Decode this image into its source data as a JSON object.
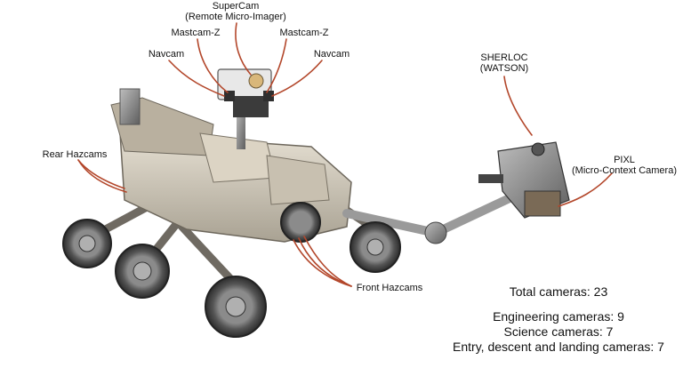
{
  "labels": {
    "supercam_line1": "SuperCam",
    "supercam_line2": "(Remote Micro-Imager)",
    "mastcam_left": "Mastcam-Z",
    "mastcam_right": "Mastcam-Z",
    "navcam_left": "Navcam",
    "navcam_right": "Navcam",
    "rear_hazcams": "Rear Hazcams",
    "front_hazcams": "Front Hazcams",
    "sherloc_line1": "SHERLOC",
    "sherloc_line2": "(WATSON)",
    "pixl_line1": "PIXL",
    "pixl_line2": "(Micro-Context Camera)"
  },
  "stats": {
    "total": "Total cameras:  23",
    "engineering": "Engineering cameras: 9",
    "science": "Science cameras: 7",
    "edl": "Entry, descent and landing cameras: 7"
  },
  "colors": {
    "leader": "#b3472b",
    "wheel": "#3a3a3a",
    "body": "#cfc7b8",
    "metal": "#8a8a8a"
  }
}
